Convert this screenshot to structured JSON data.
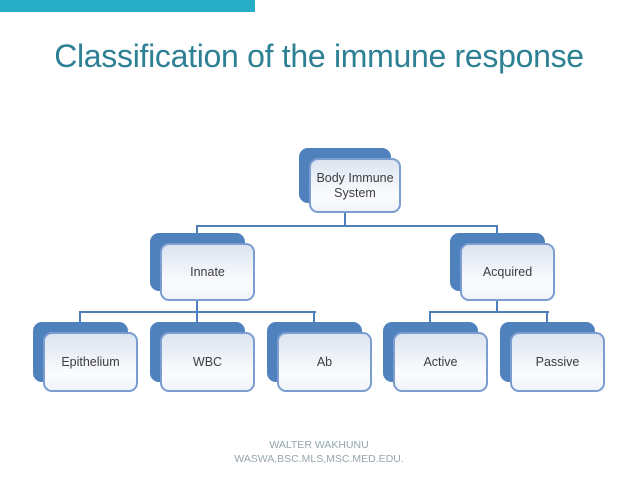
{
  "slide": {
    "title": "Classification of the immune response",
    "footer": {
      "line1": "WALTER WAKHUNU",
      "line2": "WASWA,BSC.MLS,MSC.MED.EDU."
    }
  },
  "colors": {
    "background": "#FFFFFF",
    "accent_bar": "#27AEC6",
    "title_text": "#2E8194",
    "node_fill_back": "#4F81BD",
    "node_border": "#7B9DD0",
    "node_text": "#3D3D3D",
    "connector": "#4E7FBA",
    "footer_text": "#94A6AB"
  },
  "diagram": {
    "type": "hierarchy",
    "nodes": {
      "root": "Body Immune System",
      "innate": "Innate",
      "acquired": "Acquired",
      "epithelium": "Epithelium",
      "wbc": "WBC",
      "ab": "Ab",
      "active": "Active",
      "passive": "Passive"
    },
    "structure": {
      "Body Immune System": {
        "Innate": [
          "Epithelium",
          "WBC",
          "Ab"
        ],
        "Acquired": [
          "Active",
          "Passive"
        ]
      }
    }
  }
}
